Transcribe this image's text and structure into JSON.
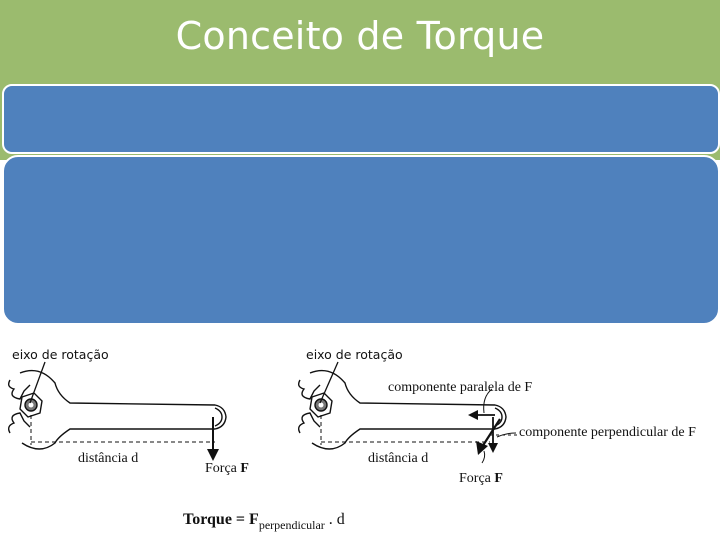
{
  "slide": {
    "title": "Conceito de Torque",
    "header_color": "#9bbb6e",
    "panel_color": "#4f81bd"
  },
  "diagram": {
    "left": {
      "axis_label": "eixo de rotação",
      "distance_label": "distância d",
      "force_label_prefix": "Força ",
      "force_symbol": "F"
    },
    "right": {
      "axis_label": "eixo de rotação",
      "parallel_label": "componente paralela de F",
      "perpendicular_label": "componente perpendicular de F",
      "distance_label": "distância d",
      "force_label_prefix": "Força ",
      "force_symbol": "F"
    },
    "formula": {
      "lhs": "Torque = F",
      "subscript": "perpendicular",
      "rhs": " .  d"
    }
  }
}
